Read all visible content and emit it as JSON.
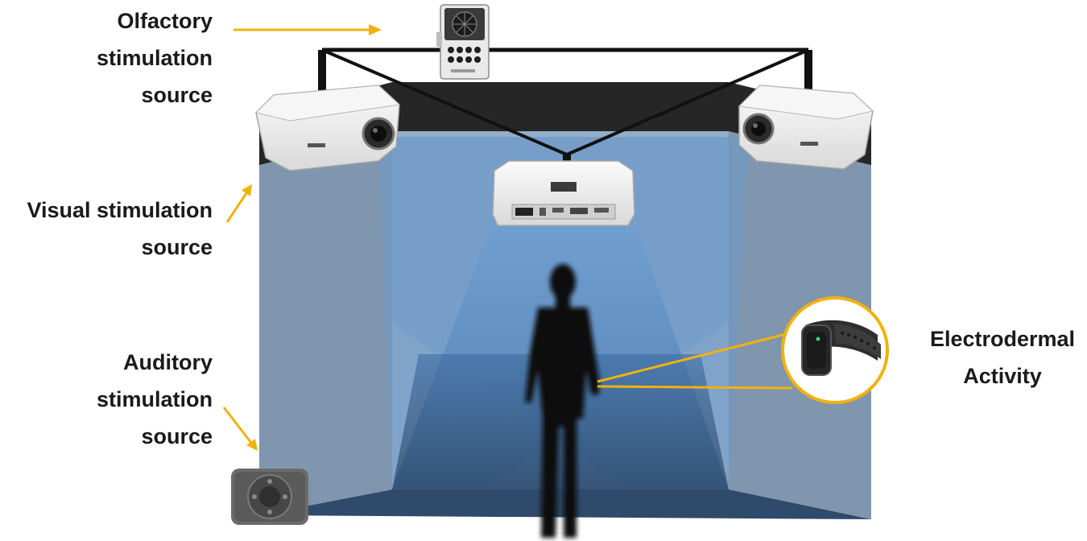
{
  "labels": {
    "olfactory": {
      "line1": "Olfactory",
      "line2": "stimulation",
      "line3": "source"
    },
    "visual": {
      "line1": "Visual stimulation",
      "line2": "source"
    },
    "auditory": {
      "line1": "Auditory",
      "line2": "stimulation",
      "line3": "source"
    },
    "eda": {
      "line1": "Electrodermal",
      "line2": "Activity"
    }
  },
  "colors": {
    "arrow": "#f2b20c",
    "wall_side": "#7e95ad",
    "wall_back": "#8fa9c4",
    "beam": "#5f8fc2",
    "header_band": "#262626",
    "silhouette": "#111111",
    "wristband_ring": "#f2b20c"
  },
  "icons": {
    "olfactory_device": "diffuser-icon",
    "projectors": "projector-icon",
    "speaker": "speaker-icon",
    "wristband": "wristband-icon",
    "person": "person-silhouette-icon"
  }
}
